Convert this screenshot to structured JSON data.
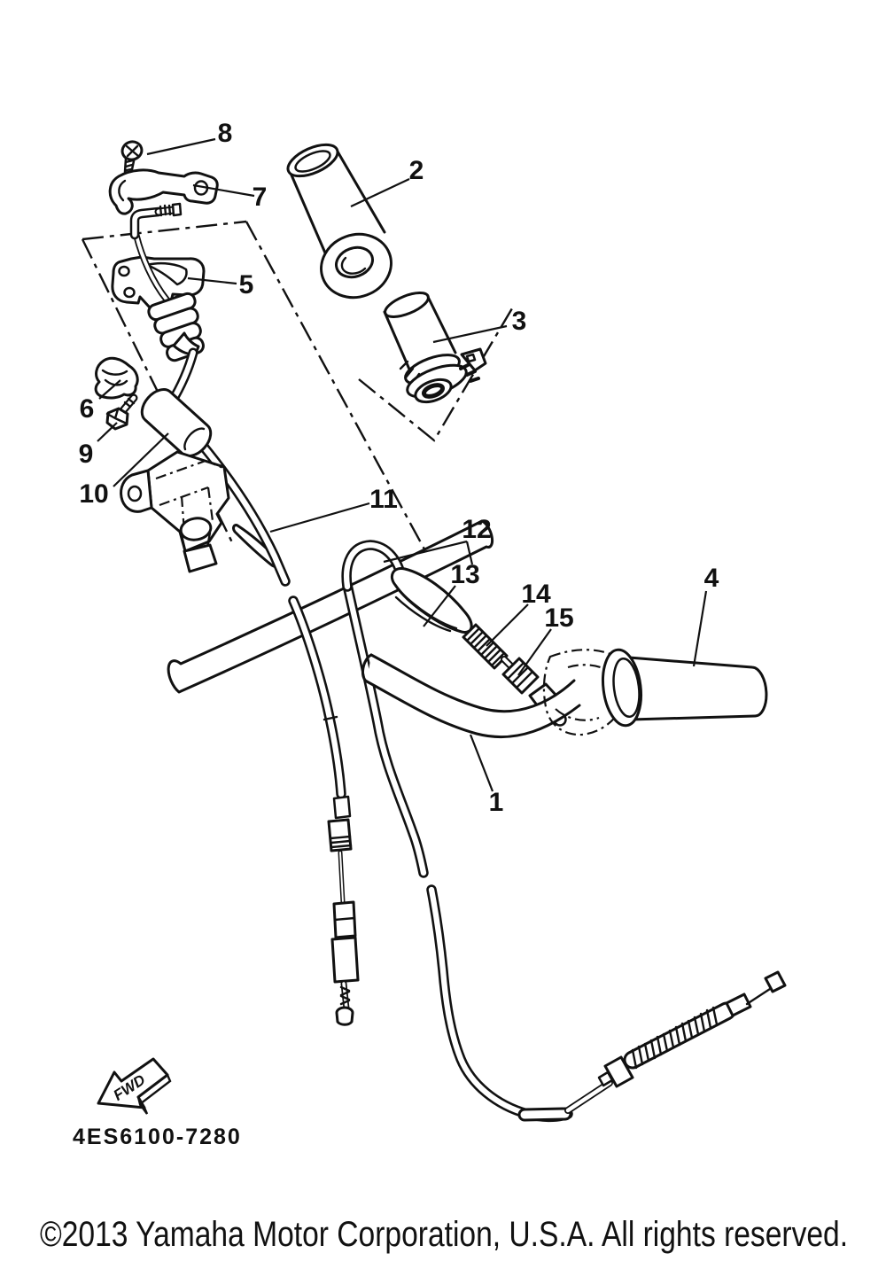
{
  "page": {
    "background": "#ffffff",
    "ink": "#111111"
  },
  "diagram": {
    "part_code": "4ES6100-7280",
    "fwd_label": "FWD",
    "callouts": [
      "1",
      "2",
      "3",
      "4",
      "5",
      "6",
      "7",
      "8",
      "9",
      "10",
      "11",
      "12",
      "13",
      "14",
      "15"
    ]
  },
  "footer": {
    "copyright": "©2013 Yamaha Motor Corporation, U.S.A. All rights reserved."
  }
}
